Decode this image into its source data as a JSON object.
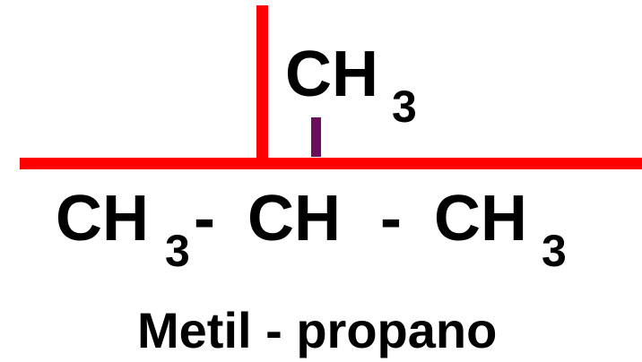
{
  "formula": {
    "substituent": {
      "main": "CH",
      "subscript": "3"
    },
    "chain": {
      "left_main": "CH",
      "left_subscript": "3",
      "left_bond": "-",
      "middle": "CH",
      "right_bond": "-",
      "right_main": "CH",
      "right_subscript": "3"
    }
  },
  "name": "Metil - propano",
  "colors": {
    "guide_lines": "#ff0000",
    "bond_mark": "#6a0f5c",
    "text": "#000000"
  }
}
